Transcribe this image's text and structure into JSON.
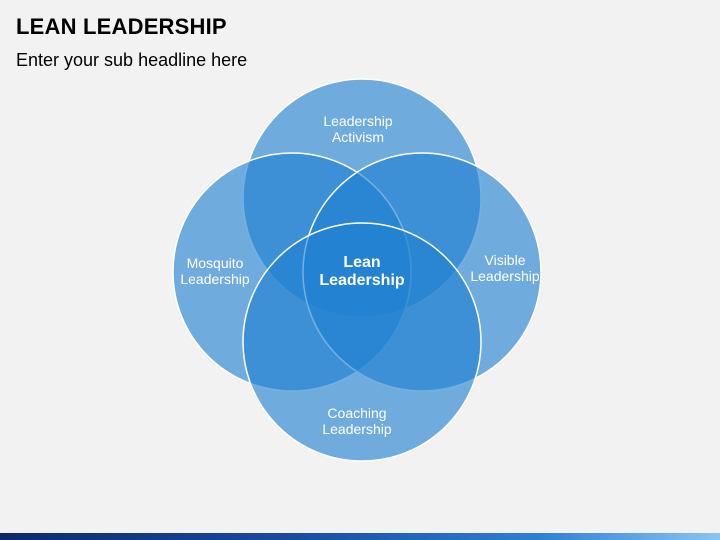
{
  "header": {
    "title": "LEAN LEADERSHIP",
    "subtitle": "Enter your sub headline here"
  },
  "diagram": {
    "center_label": [
      "Lean",
      "Leadership"
    ],
    "circles": [
      {
        "name": "top",
        "label": [
          "Leadership",
          "Activism"
        ]
      },
      {
        "name": "left",
        "label": [
          "Mosquito",
          "Leadership"
        ]
      },
      {
        "name": "right",
        "label": [
          "Visible",
          "Leadership"
        ]
      },
      {
        "name": "bottom",
        "label": [
          "Coaching",
          "Leadership"
        ]
      }
    ],
    "colors": {
      "circle_fill": "#1f7fd0",
      "background": "#f2f2f2"
    }
  }
}
